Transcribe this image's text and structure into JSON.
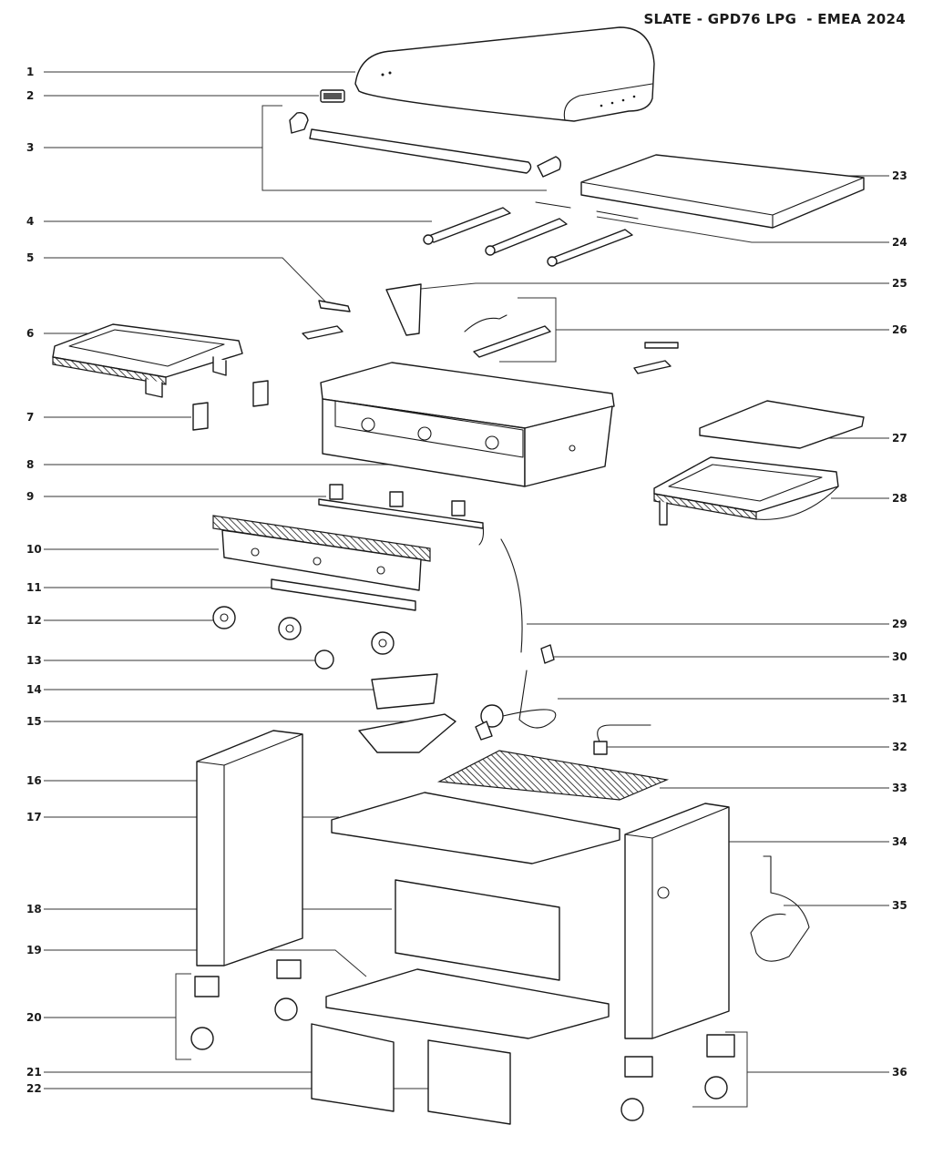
{
  "title": "SLATE - GPD76 LPG  - EMEA 2024",
  "callouts_left": [
    "1",
    "2",
    "3",
    "4",
    "5",
    "6",
    "7",
    "8",
    "9",
    "10",
    "11",
    "12",
    "13",
    "14",
    "15",
    "16",
    "17",
    "18",
    "19",
    "20",
    "21",
    "22"
  ],
  "callouts_right": [
    "23",
    "24",
    "25",
    "26",
    "27",
    "28",
    "29",
    "30",
    "31",
    "32",
    "33",
    "34",
    "35",
    "36"
  ]
}
